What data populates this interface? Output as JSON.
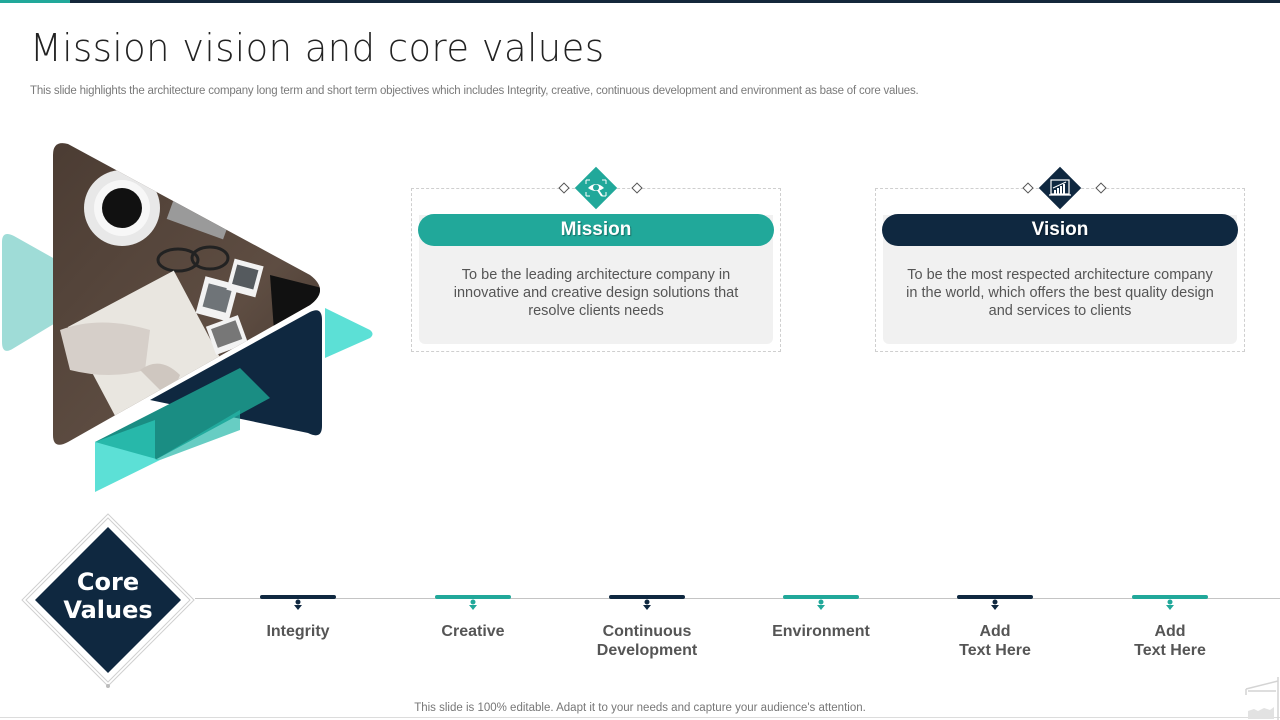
{
  "header": {
    "title": "Mission vision and core values",
    "subtitle": "This slide highlights the architecture company long term and short term objectives which includes Integrity, creative,  continuous development and environment as base of core values."
  },
  "colors": {
    "teal": "#21a89a",
    "navy": "#0f2840",
    "light_teal": "#5ce0d6",
    "card_bg": "#f1f1f1"
  },
  "hero": {
    "image_description": "Desk with coffee cup, glasses, polaroid photos and hands writing in notebook",
    "icon": "play-triangle-collage"
  },
  "mission": {
    "label": "Mission",
    "icon": "eye-search-icon",
    "text": "To be the leading architecture company in innovative and creative design solutions that resolve clients needs"
  },
  "vision": {
    "label": "Vision",
    "icon": "growth-chart-icon",
    "text": "To be the most respected architecture company in the world, which offers the best quality design and services to clients"
  },
  "core_values": {
    "title_line1": "Core",
    "title_line2": "Values",
    "items": [
      {
        "label_line1": "Integrity",
        "label_line2": "",
        "color": "navy"
      },
      {
        "label_line1": "Creative",
        "label_line2": "",
        "color": "teal"
      },
      {
        "label_line1": "Continuous",
        "label_line2": "Development",
        "color": "navy"
      },
      {
        "label_line1": "Environment",
        "label_line2": "",
        "color": "teal"
      },
      {
        "label_line1": "Add",
        "label_line2": "Text Here",
        "color": "navy"
      },
      {
        "label_line1": "Add",
        "label_line2": "Text Here",
        "color": "teal"
      }
    ]
  },
  "footer": {
    "text": "This slide is 100% editable. Adapt it to your needs and capture your audience's attention."
  }
}
